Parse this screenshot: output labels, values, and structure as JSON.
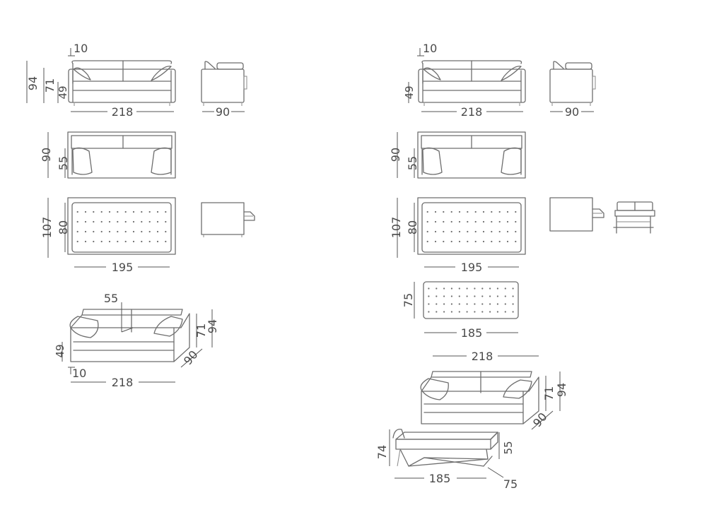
{
  "labels": {
    "l_back_10": "10",
    "l_h94": "94",
    "l_h71": "71",
    "l_h49": "49",
    "l_w218": "218",
    "l_d90": "90",
    "l_top90": "90",
    "l_top55": "55",
    "l_bed107": "107",
    "l_bed80": "80",
    "l_bed195": "195",
    "l_iso55": "55",
    "l_iso71": "71",
    "l_iso94": "94",
    "l_iso49": "49",
    "l_iso90": "90",
    "l_iso10": "10",
    "l_iso218": "218",
    "r_back_10": "10",
    "r_h49": "49",
    "r_w218": "218",
    "r_d90": "90",
    "r_top90": "90",
    "r_top55": "55",
    "r_bed107": "107",
    "r_bed80": "80",
    "r_bed195": "195",
    "r_mat75": "75",
    "r_mat185": "185",
    "r_iso218": "218",
    "r_iso71": "71",
    "r_iso94": "94",
    "r_iso90": "90",
    "r_bed74": "74",
    "r_bed55": "55",
    "r_bed185": "185",
    "r_bed75": "75"
  },
  "mattress_grid": {
    "cols": 12,
    "rows": 4
  }
}
